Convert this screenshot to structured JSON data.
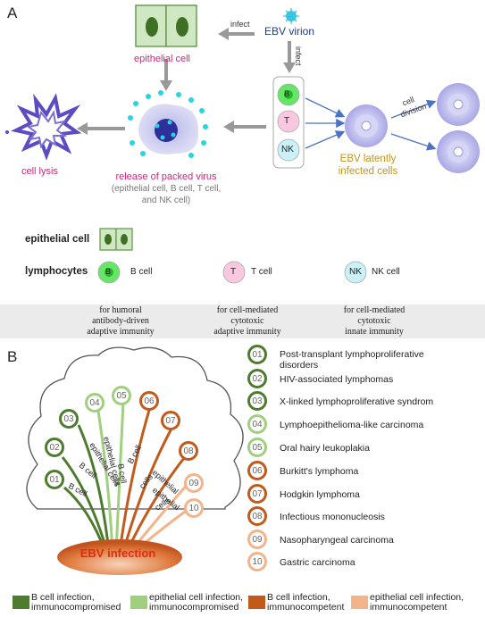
{
  "panel_a": {
    "letter": "A",
    "infect_left": "infect",
    "ebv_virion": "EBV virion",
    "infect_down": "infect",
    "epithelial_cell": "epithelial cell",
    "cell_lysis": "cell lysis",
    "release_title": "release of packed virus",
    "release_sub1": "(epithelial  cell, B cell, T cell,",
    "release_sub2": "and NK cell)",
    "cell_division1": "cell",
    "cell_division2": "division",
    "latent1": "EBV latently",
    "latent2": "infected cells",
    "chip_b": "B",
    "chip_t": "T",
    "chip_nk": "NK"
  },
  "key": {
    "epithelial_label": "epithelial cell",
    "lymphocytes_label": "lymphocytes",
    "b_chip": "B",
    "b_label": "B cell",
    "t_chip": "T",
    "t_label": "T cell",
    "nk_chip": "NK",
    "nk_label": "NK cell"
  },
  "immunity": [
    {
      "l1": "for humoral",
      "l2": "antibody-driven",
      "l3": "adaptive immunity"
    },
    {
      "l1": "for cell-mediated",
      "l2": "cytotoxic",
      "l3": "adaptive immunity"
    },
    {
      "l1": "for cell-mediated",
      "l2": "cytotoxic",
      "l3": "innate immunity"
    }
  ],
  "panel_b": {
    "letter": "B",
    "ebv_infection": "EBV infection",
    "tree_labels": {
      "b1": "B cell",
      "b2": "B cell",
      "e3": "epithelial cells",
      "e4": "epithelial cells",
      "b5": "B cell",
      "b6": "B cell",
      "e7": "cells",
      "e8": "epithelial",
      "e9": "epithelial",
      "e10": "cells"
    },
    "diseases": [
      {
        "num": "01",
        "line1": "Post-transplant lymphoproliferative",
        "line2": "disorders",
        "group": "dark-green"
      },
      {
        "num": "02",
        "line1": "HIV-associated lymphomas",
        "line2": "",
        "group": "dark-green"
      },
      {
        "num": "03",
        "line1": "X-linked lymphoproliferative syndrom",
        "line2": "",
        "group": "dark-green"
      },
      {
        "num": "04",
        "line1": "Lymphoepithelioma-like carcinoma",
        "line2": "",
        "group": "light-green"
      },
      {
        "num": "05",
        "line1": "Oral hairy leukoplakia",
        "line2": "",
        "group": "light-green"
      },
      {
        "num": "06",
        "line1": "Burkitt's lymphoma",
        "line2": "",
        "group": "dark-orange"
      },
      {
        "num": "07",
        "line1": "Hodgkin lymphoma",
        "line2": "",
        "group": "dark-orange"
      },
      {
        "num": "08",
        "line1": "Infectious mononucleosis",
        "line2": "",
        "group": "dark-orange"
      },
      {
        "num": "09",
        "line1": "Nasopharyngeal carcinoma",
        "line2": "",
        "group": "light-orange"
      },
      {
        "num": "10",
        "line1": "Gastric carcinoma",
        "line2": "",
        "group": "light-orange"
      }
    ]
  },
  "legend": [
    {
      "line1": "B cell infection,",
      "line2": "immunocompromised",
      "color": "#4e7c2e"
    },
    {
      "line1": "epithelial cell infection,",
      "line2": "immunocompromised",
      "color": "#9fcf7f"
    },
    {
      "line1": "B cell infection,",
      "line2": "immunocompetent",
      "color": "#c25a1c"
    },
    {
      "line1": "epithelial cell infection,",
      "line2": "immunocompetent",
      "color": "#f2b48a"
    }
  ],
  "colors": {
    "dark-green": "#4e7c2e",
    "light-green": "#9fcf7f",
    "dark-orange": "#c25a1c",
    "light-orange": "#f2b48a",
    "pink": "#d6237a",
    "gold": "#c8931a",
    "navy": "#1f3c88"
  }
}
